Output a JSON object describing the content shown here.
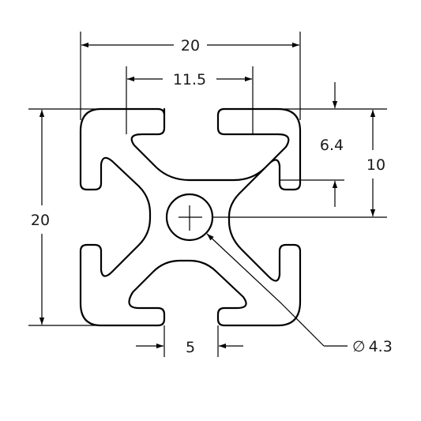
{
  "dimensions": {
    "overall_width": "20",
    "slot_width_outer": "11.5",
    "slot_depth": "6.4",
    "half_height": "10",
    "overall_height": "20",
    "slot_opening": "5",
    "bore_diameter": "4.3"
  },
  "diameter_symbol": "∅"
}
